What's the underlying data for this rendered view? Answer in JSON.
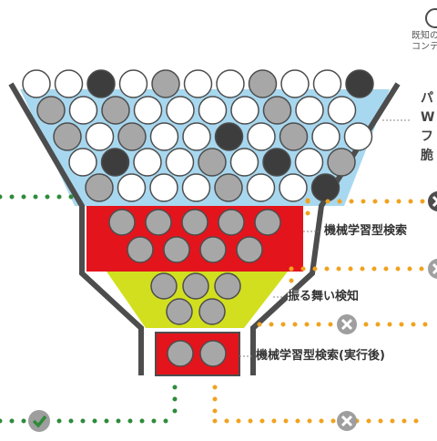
{
  "header": {
    "known_text_line1": "既知の",
    "known_text_line2": "コンテ"
  },
  "side_text": [
    "パ",
    "W",
    "フ",
    "脆"
  ],
  "stages": [
    {
      "label": "機械学習型検索"
    },
    {
      "label": "振る舞い検知"
    },
    {
      "label": "機械学習型検索(実行後)"
    }
  ],
  "colors": {
    "top_funnel": "#a8d8ef",
    "red_stage": "#e3141c",
    "yellow_stage": "#d2df1f",
    "frame": "#4d4d4d",
    "green_dots": "#2e8b3a",
    "orange_dots": "#f0a21e",
    "ball_white": "#ffffff",
    "ball_gray": "#a7a7a7",
    "ball_dark": "#3d3d3d",
    "pass_icon": "check",
    "block_icon": "x-mark"
  },
  "top_balls_pattern": [
    [
      "white",
      "white",
      "dark",
      "white",
      "gray",
      "white",
      "white",
      "gray",
      "white",
      "white",
      "dark"
    ],
    [
      "gray",
      "white",
      "gray",
      "white",
      "white",
      "white",
      "white",
      "gray",
      "white",
      "white"
    ],
    [
      "gray",
      "white",
      "gray",
      "white",
      "white",
      "dark",
      "white",
      "gray",
      "white",
      "white"
    ],
    [
      "white",
      "dark",
      "white",
      "white",
      "gray",
      "white",
      "dark",
      "white",
      "gray"
    ],
    [
      "gray",
      "white",
      "white",
      "white",
      "gray",
      "white",
      "white",
      "dark"
    ]
  ]
}
